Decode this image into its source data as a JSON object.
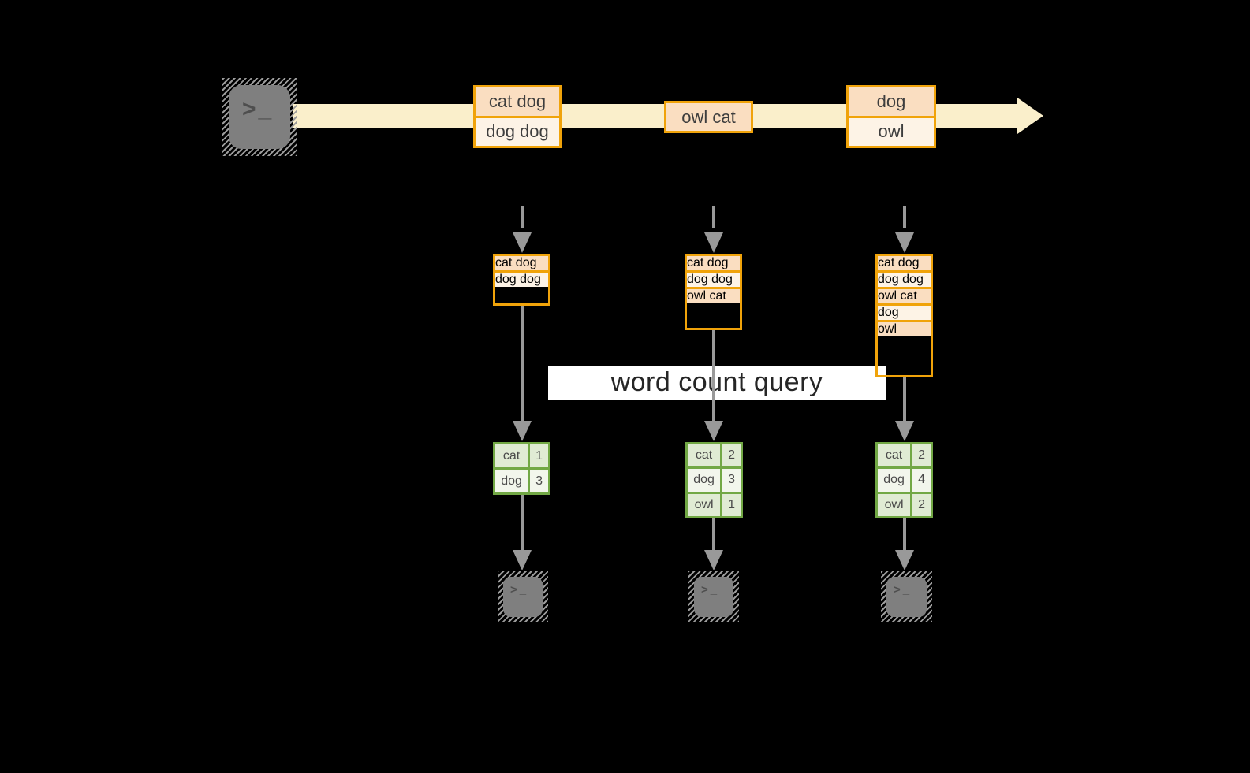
{
  "query_label": "word count query",
  "terminal": {
    "chevron": ">",
    "cursor": "_"
  },
  "timeline": {
    "batch1": {
      "line1": "cat dog",
      "line2": "dog dog"
    },
    "batch2": {
      "line1": "owl cat"
    },
    "batch3": {
      "line1": "dog",
      "line2": "owl"
    }
  },
  "states": {
    "t1": [
      "cat dog",
      "dog dog"
    ],
    "t2": [
      "cat dog",
      "dog dog",
      "owl cat"
    ],
    "t3": [
      "cat dog",
      "dog dog",
      "owl cat",
      "dog",
      "owl"
    ]
  },
  "results": {
    "t1": [
      {
        "word": "cat",
        "count": "1"
      },
      {
        "word": "dog",
        "count": "3"
      }
    ],
    "t2": [
      {
        "word": "cat",
        "count": "2"
      },
      {
        "word": "dog",
        "count": "3"
      },
      {
        "word": "owl",
        "count": "1"
      }
    ],
    "t3": [
      {
        "word": "cat",
        "count": "2"
      },
      {
        "word": "dog",
        "count": "4"
      },
      {
        "word": "owl",
        "count": "2"
      }
    ]
  },
  "colors": {
    "amber_border": "#F0A30A",
    "peach_dark": "#FADEC1",
    "peach_light": "#FDF3E6",
    "stream_cream": "#FAEFCB",
    "green_border": "#72A845",
    "green_cell_dark": "#E0EBD4",
    "green_cell_light": "#F2F6EC",
    "arrow_gray": "#999999",
    "background": "#000000"
  }
}
